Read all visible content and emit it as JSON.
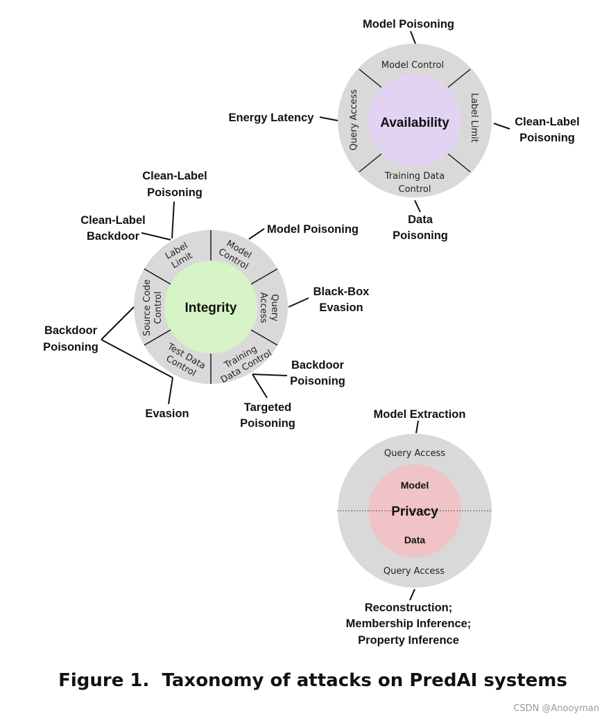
{
  "availability": {
    "core": "Availability",
    "seg_model_control": "Model Control",
    "seg_query_access": "Query Access",
    "seg_label_limit": "Label Limit",
    "seg_training_1": "Training Data",
    "seg_training_2": "Control",
    "attack_model_poisoning": "Model Poisoning",
    "attack_energy_latency": "Energy Latency",
    "attack_clean_label_1": "Clean-Label",
    "attack_clean_label_2": "Poisoning",
    "attack_data_1": "Data",
    "attack_data_2": "Poisoning"
  },
  "integrity": {
    "core": "Integrity",
    "seg_label_1": "Label",
    "seg_label_2": "Limit",
    "seg_model_1": "Model",
    "seg_model_2": "Control",
    "seg_query_1": "Query",
    "seg_query_2": "Access",
    "seg_training_1": "Training",
    "seg_training_2": "Data Control",
    "seg_test_1": "Test Data",
    "seg_test_2": "Control",
    "seg_source_1": "Source Code",
    "seg_source_2": "Control",
    "attack_clp_1": "Clean-Label",
    "attack_clp_2": "Poisoning",
    "attack_clb_1": "Clean-Label",
    "attack_clb_2": "Backdoor",
    "attack_model_poisoning": "Model Poisoning",
    "attack_blackbox_1": "Black-Box",
    "attack_blackbox_2": "Evasion",
    "attack_backdoor_left_1": "Backdoor",
    "attack_backdoor_left_2": "Poisoning",
    "attack_backdoor_right_1": "Backdoor",
    "attack_backdoor_right_2": "Poisoning",
    "attack_targeted_1": "Targeted",
    "attack_targeted_2": "Poisoning",
    "attack_evasion": "Evasion"
  },
  "privacy": {
    "core": "Privacy",
    "core_model": "Model",
    "core_data": "Data",
    "seg_query_top": "Query Access",
    "seg_query_bottom": "Query Access",
    "attack_model_extraction": "Model Extraction",
    "attack_bottom_1": "Reconstruction;",
    "attack_bottom_2": "Membership Inference;",
    "attack_bottom_3": "Property Inference"
  },
  "caption": "Figure 1.  Taxonomy of attacks on PredAI systems",
  "watermark": "CSDN @Anooyman",
  "colors": {
    "ring": "#d9d9d9",
    "availability": "#e2d3f2",
    "integrity": "#d6f4c6",
    "privacy": "#efc3c8"
  }
}
